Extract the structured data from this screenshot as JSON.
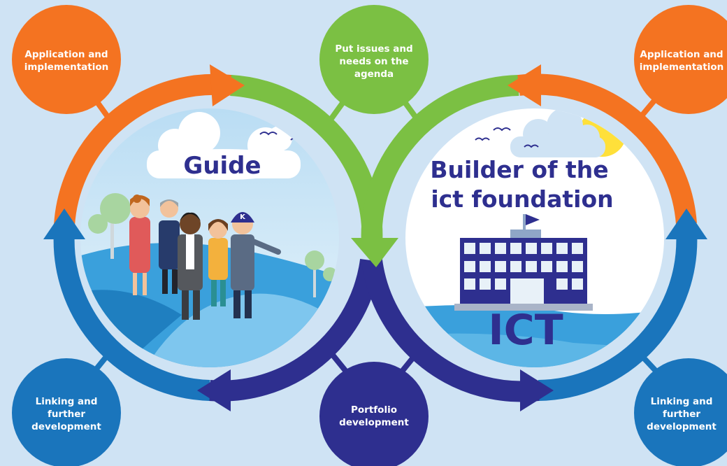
{
  "colors": {
    "background": "#cfe3f4",
    "orange": "#f47321",
    "green": "#7bc043",
    "dark_blue": "#2e2f8f",
    "blue": "#1a75bc",
    "title": "#2e2f8f"
  },
  "left_circle": {
    "title": "Guide"
  },
  "right_circle": {
    "title_line1": "Builder of the",
    "title_line2": "ict foundation",
    "building_sign": "ICT"
  },
  "nodes": {
    "top_left": {
      "line1": "Application and",
      "line2": "implementation"
    },
    "top_center": {
      "line1": "Put issues and",
      "line2": "needs on the",
      "line3": "agenda"
    },
    "top_right": {
      "line1": "Application and",
      "line2": "implementation"
    },
    "bottom_left": {
      "line1": "Linking and",
      "line2": "further",
      "line3": "development"
    },
    "bottom_center": {
      "line1": "Portfolio",
      "line2": "development"
    },
    "bottom_right": {
      "line1": "Linking and",
      "line2": "further",
      "line3": "development"
    }
  }
}
